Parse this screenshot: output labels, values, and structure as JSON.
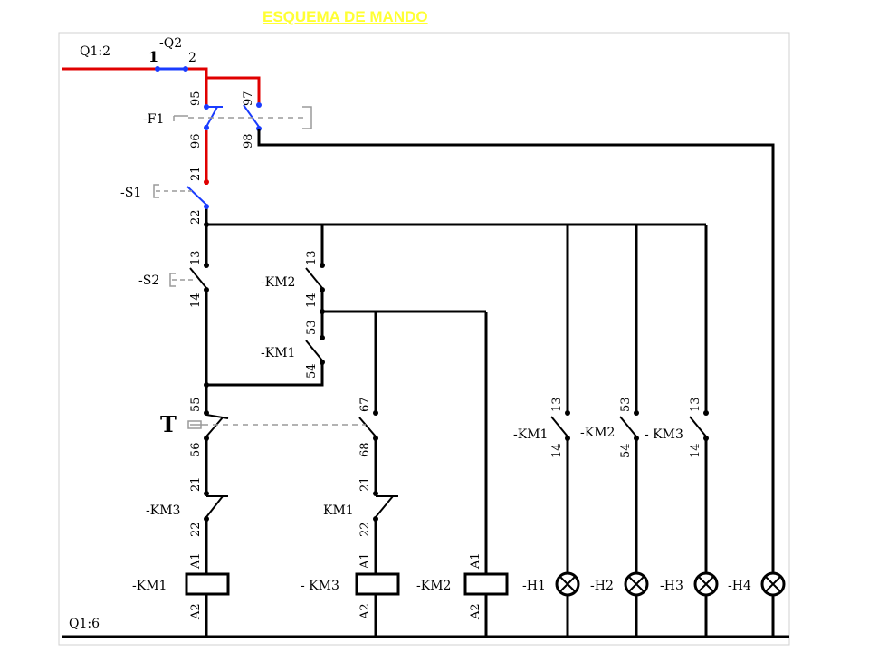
{
  "title": "ESQUEMA DE MANDO",
  "refs": {
    "top": "Q1:2",
    "bottom": "Q1:6"
  },
  "colors": {
    "live": "#e00000",
    "contact": "#1a3cff",
    "wire": "#000000",
    "dash": "#9a9a9a",
    "title": "#ffff33"
  },
  "q2": {
    "tag": "-Q2",
    "t1": "1",
    "t2": "2"
  },
  "f1": {
    "tag": "-F1",
    "nc_top": "95",
    "nc_bot": "96",
    "no_top": "97",
    "no_bot": "98"
  },
  "s1": {
    "tag": "-S1",
    "top": "21",
    "bot": "22"
  },
  "s2": {
    "tag": "-S2",
    "top": "13",
    "bot": "14"
  },
  "km2_hold": {
    "tag": "-KM2",
    "top": "13",
    "bot": "14"
  },
  "km1_hold": {
    "tag": "-KM1",
    "top": "53",
    "bot": "54"
  },
  "timer": {
    "tag": "T",
    "nc_top": "55",
    "nc_bot": "56",
    "no_top": "67",
    "no_bot": "68"
  },
  "km3_nc": {
    "tag": "-KM3",
    "top": "21",
    "bot": "22"
  },
  "km1_nc": {
    "tag": "KM1",
    "top": "21",
    "bot": "22"
  },
  "coils": [
    {
      "tag": "-KM1",
      "a1": "A1",
      "a2": "A2"
    },
    {
      "tag": "- KM3",
      "a1": "A1",
      "a2": "A2"
    },
    {
      "tag": "-KM2",
      "a1": "A1",
      "a2": "A2"
    }
  ],
  "signals": [
    {
      "tag": "-KM1",
      "top": "13",
      "bot": "14"
    },
    {
      "tag": "-KM2",
      "top": "53",
      "bot": "54"
    },
    {
      "tag": "- KM3",
      "top": "13",
      "bot": "14"
    }
  ],
  "lamps": [
    "-H1",
    "-H2",
    "-H3",
    "-H4"
  ]
}
